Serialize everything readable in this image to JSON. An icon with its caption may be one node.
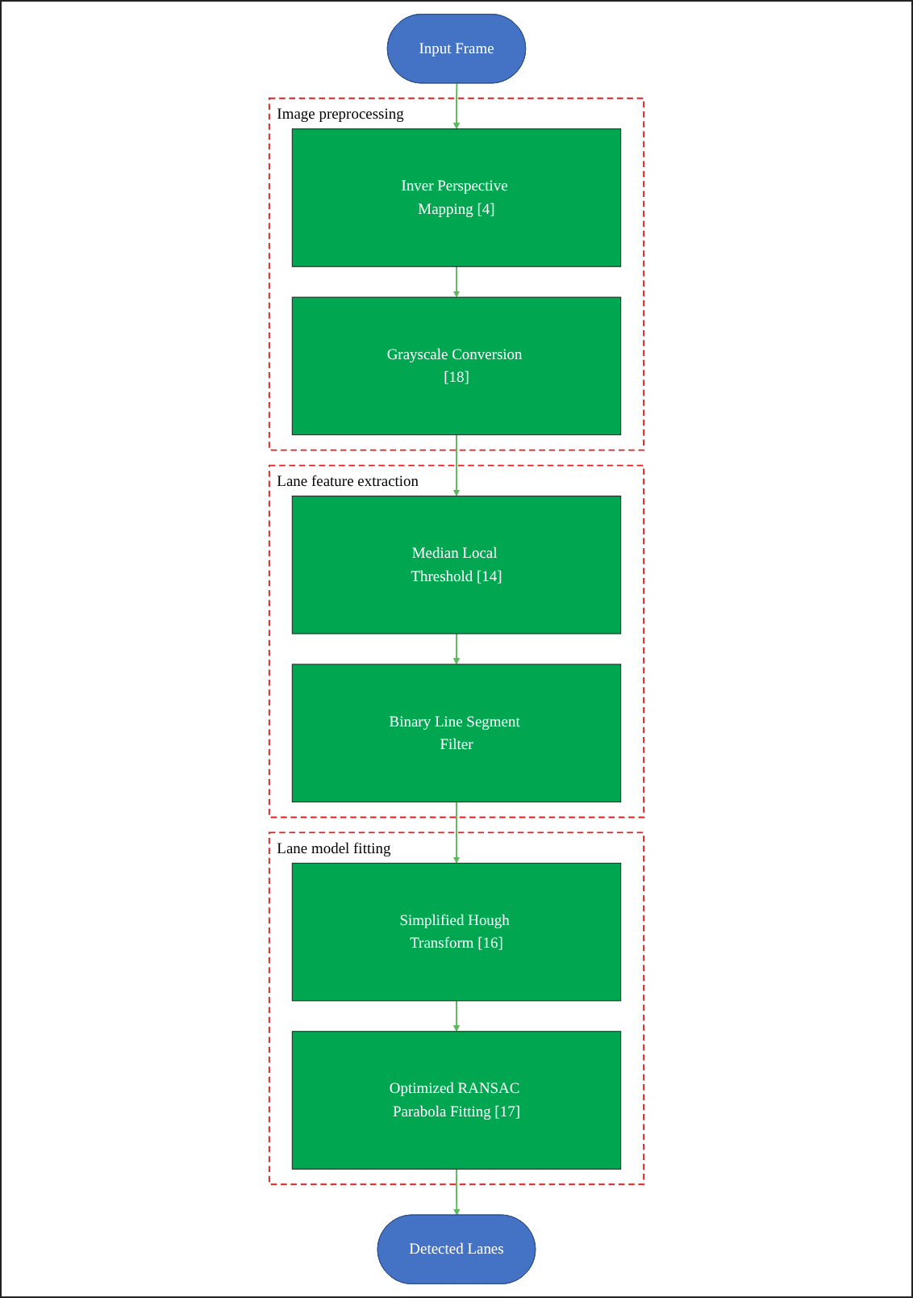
{
  "diagram": {
    "nodes": [
      {
        "text": [
          "Input Frame"
        ]
      },
      {
        "text": [
          "Image preprocessing"
        ]
      },
      {
        "text": [
          "Inver Perspective Mapping [4]"
        ],
        "in": 1
      },
      {
        "text": [
          "Grayscale Conversion [18]"
        ],
        "in": 1
      },
      {
        "text": [
          "Lane feature extraction"
        ]
      },
      {
        "text": [
          "Median Local Threshold [14]"
        ],
        "in": 4
      },
      {
        "text": [
          "Binary Line Segment Filter"
        ],
        "in": 4
      },
      {
        "text": [
          "Lane model fitting"
        ]
      },
      {
        "text": [
          "Simplified Hough Transform [16]"
        ],
        "in": 7
      },
      {
        "text": [
          "Optimized RANSAC Parabola Fitting [17]"
        ],
        "in": 7
      },
      {
        "text": [
          "Detected Lanes"
        ]
      }
    ],
    "edges": [
      {
        "from": 0,
        "to": 2,
        "arrow": "to"
      },
      {
        "from": 2,
        "to": 3,
        "arrow": "to"
      },
      {
        "from": 3,
        "to": 5,
        "arrow": "to"
      },
      {
        "from": 5,
        "to": 6,
        "arrow": "to"
      },
      {
        "from": 6,
        "to": 8,
        "arrow": "to"
      },
      {
        "from": 8,
        "to": 9,
        "arrow": "to"
      },
      {
        "from": 9,
        "to": 10,
        "arrow": "to"
      }
    ]
  }
}
